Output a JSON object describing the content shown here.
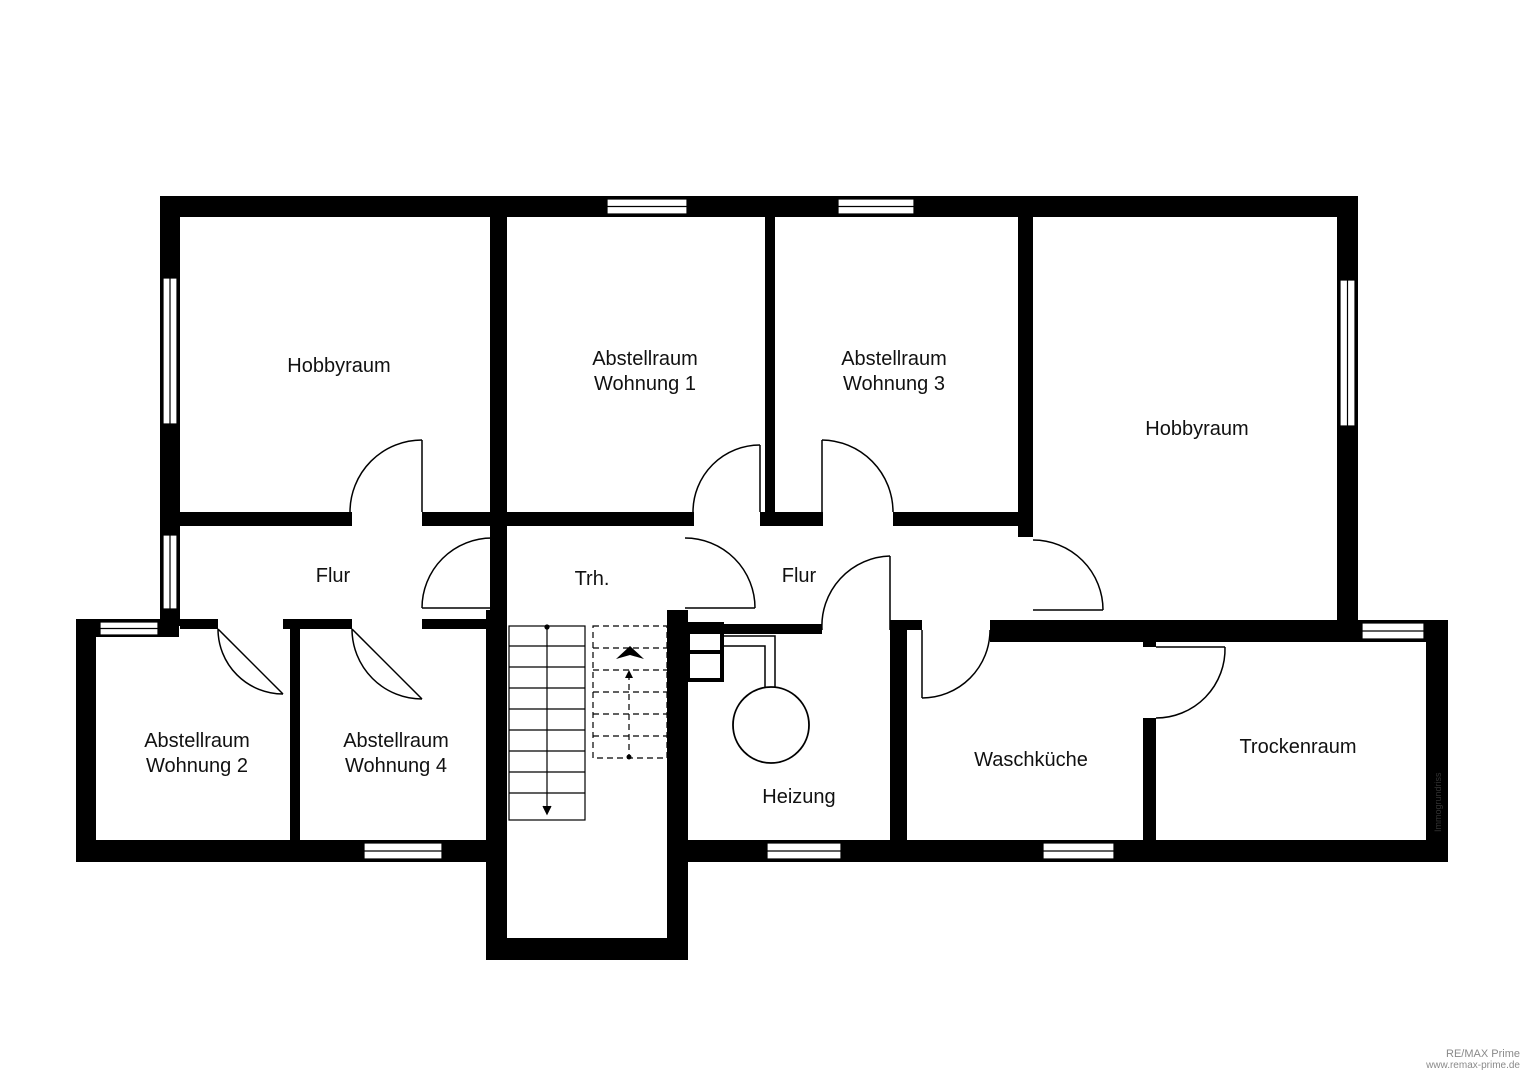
{
  "rooms": {
    "hobby_left": "Hobbyraum",
    "abst_w1": [
      "Abstellraum",
      "Wohnung 1"
    ],
    "abst_w3": [
      "Abstellraum",
      "Wohnung 3"
    ],
    "hobby_right": "Hobbyraum",
    "flur_left": "Flur",
    "treppenhaus": "Trh.",
    "flur_right": "Flur",
    "abst_w2": [
      "Abstellraum",
      "Wohnung 2"
    ],
    "abst_w4": [
      "Abstellraum",
      "Wohnung 4"
    ],
    "heizung": "Heizung",
    "waschkueche": "Waschküche",
    "trockenraum": "Trockenraum"
  },
  "side_label": "Immogrundriss",
  "credit": {
    "line1": "RE/MAX Prime",
    "line2": "www.remax-prime.de"
  },
  "colors": {
    "wall": "#000000",
    "background": "#ffffff",
    "window": "#ffffff"
  }
}
